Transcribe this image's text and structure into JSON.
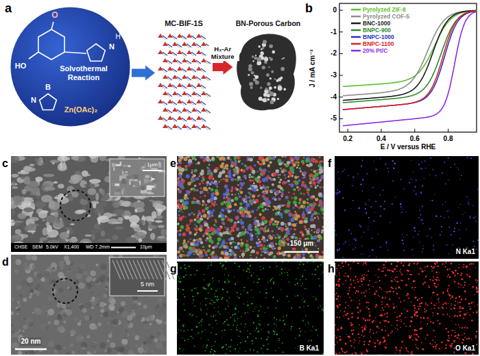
{
  "diagram": {
    "nodes": [
      {
        "text": [
          "Solvothermal Reaction"
        ]
      },
      {
        "text": [
          "MC-BIF-1S"
        ]
      },
      {
        "text": [
          "BN-Porous Carbon"
        ]
      }
    ],
    "edges": [
      {
        "from": 0,
        "to": 1,
        "arrow": "to"
      },
      {
        "from": 1,
        "to": 2,
        "label": "H₂-Ar Mixture",
        "arrow": "to"
      }
    ],
    "labels": [
      "a",
      "O",
      "H",
      "N",
      "HO",
      "N",
      "B",
      "Zn(OAc)₂",
      "b",
      "0",
      "-1",
      "-2",
      "-3",
      "-4",
      "-5",
      "0.2",
      "0.4",
      "0.6",
      "0.8",
      "J / mA cm⁻²",
      "E / V versus RHE",
      "c",
      "1μm",
      "CHSE",
      "SEM",
      "5.0kV",
      "X1,400",
      "WD 7.2mm",
      "10μm",
      "d",
      "5 nm",
      "20 nm",
      "e",
      "150 μm",
      "f",
      "N Ka1",
      "g",
      "B Ka1",
      "h",
      "O Ka1"
    ],
    "legend": [
      {
        "text": "Pyrolyzed ZIF-8",
        "color": "#5cbf2e"
      },
      {
        "text": "Pyrolyzed COF-5",
        "color": "#8c8c8c"
      },
      {
        "text": "BNC-1000",
        "color": "#1a1a1a"
      },
      {
        "text": "BNPC-900",
        "color": "#2e8b2e"
      },
      {
        "text": "BNPC-1000",
        "color": "#2233cc"
      },
      {
        "text": "BNPC-1100",
        "color": "#e0201c"
      },
      {
        "text": "20% Pt/C",
        "color": "#8a2be2"
      }
    ]
  }
}
